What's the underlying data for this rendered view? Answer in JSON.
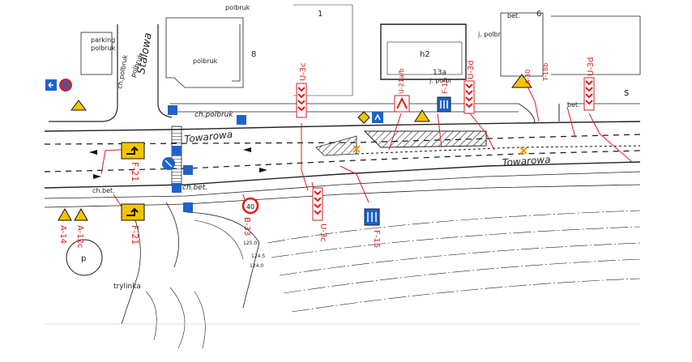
{
  "streets": {
    "stalowa": "Stalowa",
    "towarowa_1": "Towarowa",
    "towarowa_2": "Towarowa"
  },
  "surfaces": {
    "polbruk_1": "polbruk",
    "polbruk_2": "polbruk",
    "polbruk_3": "polbruk",
    "parking": "parking",
    "parking_sub": "polbruk",
    "bet": "bet.",
    "bet2": "bet.",
    "ch_polbruk": "ch.polbruk",
    "ch_polbruk_vert": "ch.polbruk",
    "ch_bet": "ch.bet.",
    "ch_bet_main": "ch.bet.",
    "j_polbr": "j. polbr",
    "j_polbr2": "j. polbr",
    "trylinka": "trylinka",
    "s": "s"
  },
  "buildings": {
    "num_1": "1",
    "num_8": "8",
    "num_6": "6",
    "num_13a": "13a",
    "h2": "h2",
    "p": "p"
  },
  "signs": {
    "u3c_top": "U-3c",
    "u3d_top": "U-3d",
    "u3d_right": "U-3d",
    "u3c_bottom": "U-3c",
    "u21ab": "U-21a/b",
    "f15_top": "F-15",
    "f15_bottom": "F-15",
    "f21_top": "F-21",
    "f21_bottom": "F-21",
    "a30": "A-30",
    "t18b": "T-18b",
    "a14": "A-14",
    "a12c": "A-12c",
    "b33": "B-33",
    "b33_value": "40"
  },
  "elevations": {
    "e1": "125.0",
    "e2": "124.5",
    "e3": "124.0"
  },
  "colors": {
    "red": "#e11b1b",
    "blue": "#1f62c8",
    "yellow": "#f5c400",
    "line": "#111111",
    "gray": "#9a9a9a"
  }
}
